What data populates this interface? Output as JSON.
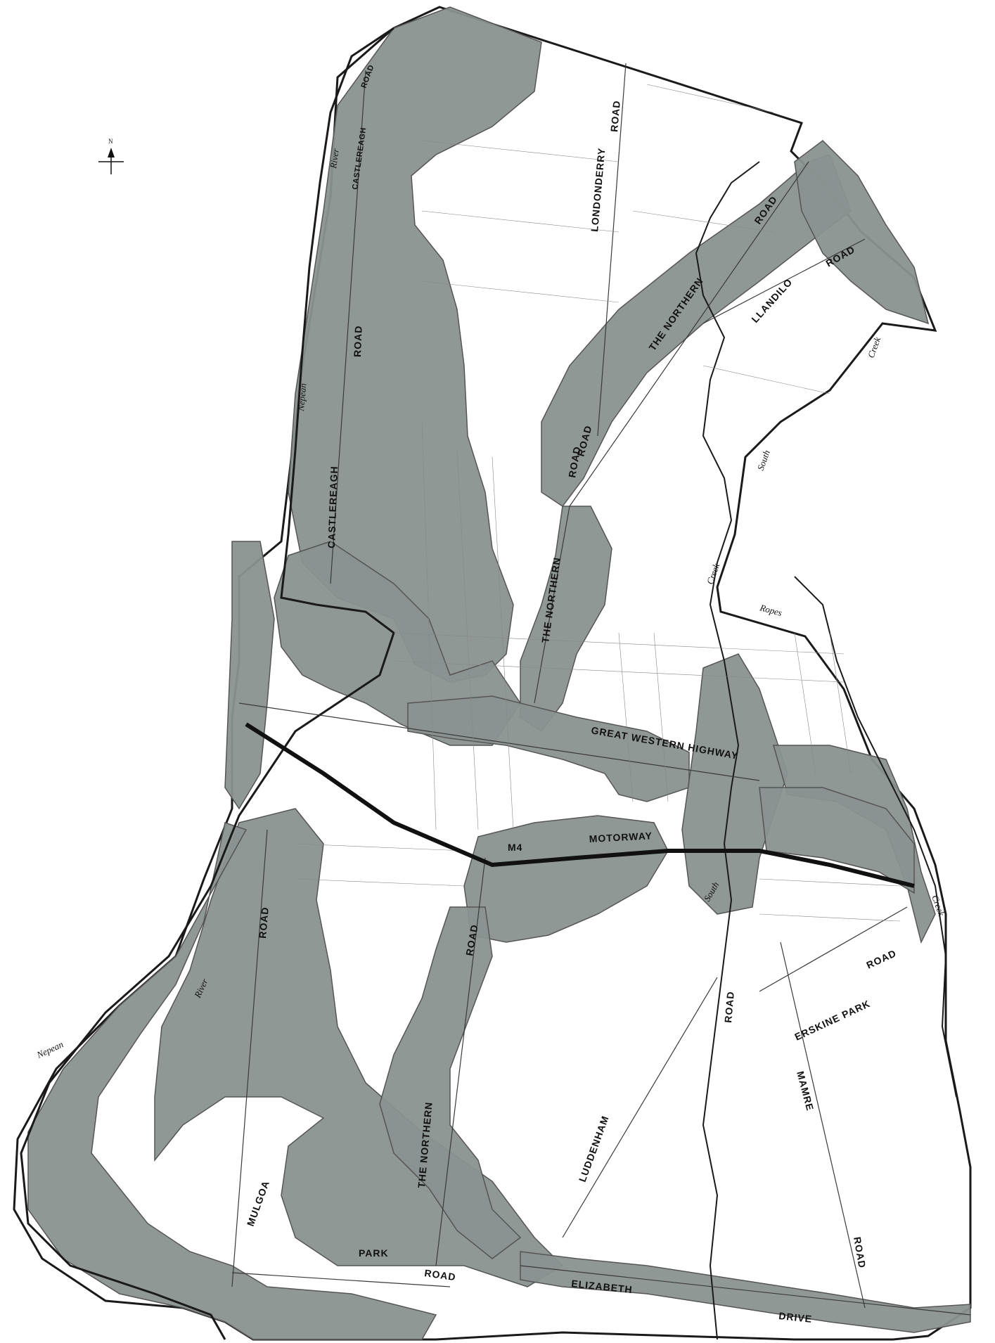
{
  "map": {
    "north_label": "N",
    "roads": {
      "castlereagh_top": "ROAD",
      "castlereagh_top2": "CASTLEREAGH",
      "castlereagh_road": "ROAD",
      "castlereagh_main": "CASTLEREAGH",
      "londonderry": "LONDONDERRY",
      "londonderry_road": "ROAD",
      "northern_upper_road": "ROAD",
      "northern_upper": "THE NORTHERN",
      "northern_upper2": "ROAD",
      "llandilo": "LLANDILO",
      "llandilo_road": "ROAD",
      "northern_mid_road": "ROAD",
      "northern_mid": "THE NORTHERN",
      "great_western": "GREAT WESTERN HIGHWAY",
      "m4": "M4",
      "motorway": "MOTORWAY",
      "mulgoa_road_top": "ROAD",
      "northern_south_road": "ROAD",
      "northern_south": "THE NORTHERN",
      "mulgoa": "MULGOA",
      "park": "PARK",
      "park_road": "ROAD",
      "luddenham": "LUDDENHAM",
      "road_south_creek": "ROAD",
      "erskine_park": "ERSKINE PARK",
      "erskine_road": "ROAD",
      "mamre": "MAMRE",
      "mamre_road": "ROAD",
      "elizabeth": "ELIZABETH",
      "drive": "DRIVE"
    },
    "waterways": {
      "river_north": "River",
      "nepean_north": "Nepean",
      "creek_east_top": "Creek",
      "south_top": "South",
      "creek_mid": "Creek",
      "ropes": "Ropes",
      "river_south": "River",
      "nepean_south": "Nepean",
      "south_lower": "South",
      "creek_right": "Creek"
    },
    "colors": {
      "flood_zone": "#8a9290",
      "road_line": "#3a3a3a",
      "boundary": "#1a1a1a",
      "background": "#ffffff"
    }
  }
}
